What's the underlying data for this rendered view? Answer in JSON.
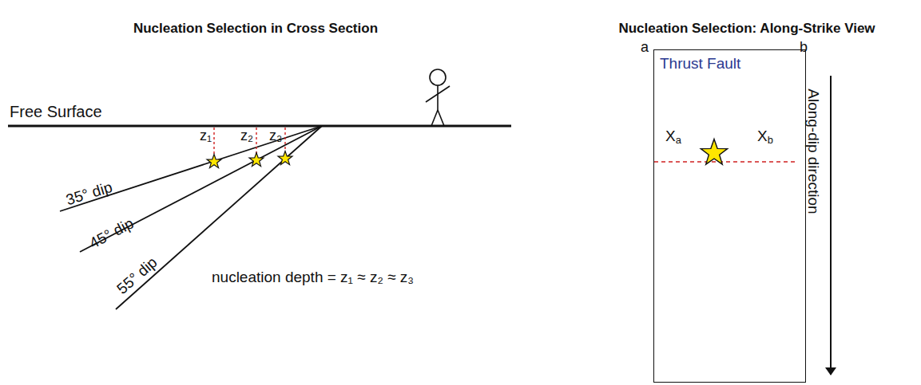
{
  "diagram": {
    "nodes": [
      {
        "text": [
          "Thrust Fault"
        ]
      }
    ],
    "labels": [
      "Nucleation Selection in Cross Section",
      "Nucleation Selection: Along-Strike View",
      "Free Surface",
      "z₁",
      "z₂",
      "z₃",
      "35° dip",
      "45° dip",
      "55° dip",
      "nucleation depth = z₁ ≈ z₂ ≈ z₃",
      "a",
      "b",
      "Xa",
      "Xb",
      "Along-dip direction"
    ]
  }
}
